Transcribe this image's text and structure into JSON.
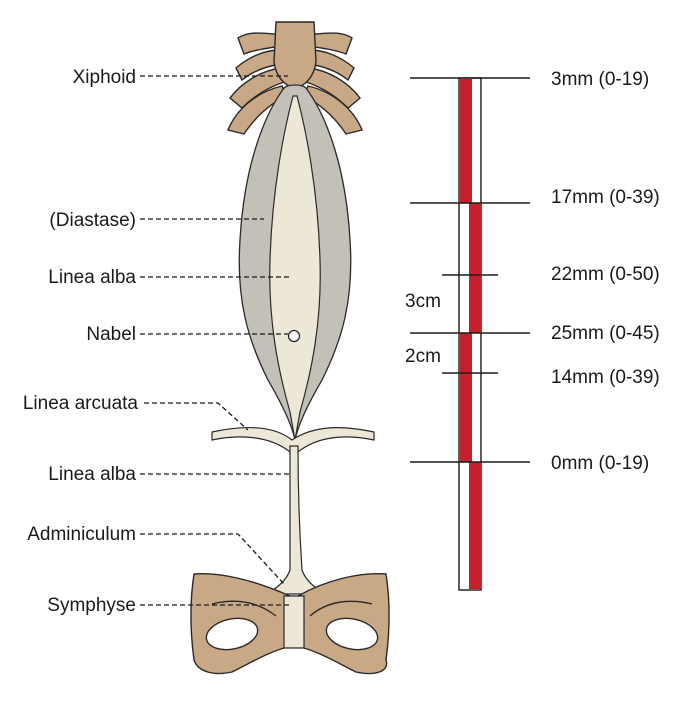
{
  "colors": {
    "bone": "#c9a985",
    "muscle": "#c2c0b7",
    "linea_alba": "#ece7d6",
    "ruler_red": "#c8202a",
    "ruler_white": "#ffffff",
    "line": "#1a1a1a"
  },
  "anatomy_labels": {
    "xiphoid": "Xiphoid",
    "diastase": "(Diastase)",
    "linea_alba_upper": "Linea alba",
    "nabel": "Nabel",
    "linea_arcuata": "Linea arcuata",
    "linea_alba_lower": "Linea alba",
    "adminiculum": "Adminiculum",
    "symphyse": "Symphyse"
  },
  "measurements": [
    {
      "label": "3mm (0-19)"
    },
    {
      "label": "17mm (0-39)"
    },
    {
      "label": "22mm (0-50)"
    },
    {
      "label": "25mm (0-45)"
    },
    {
      "label": "14mm (0-39)"
    },
    {
      "label": "0mm (0-19)"
    }
  ],
  "spacing_labels": {
    "upper": "3cm",
    "lower": "2cm"
  }
}
